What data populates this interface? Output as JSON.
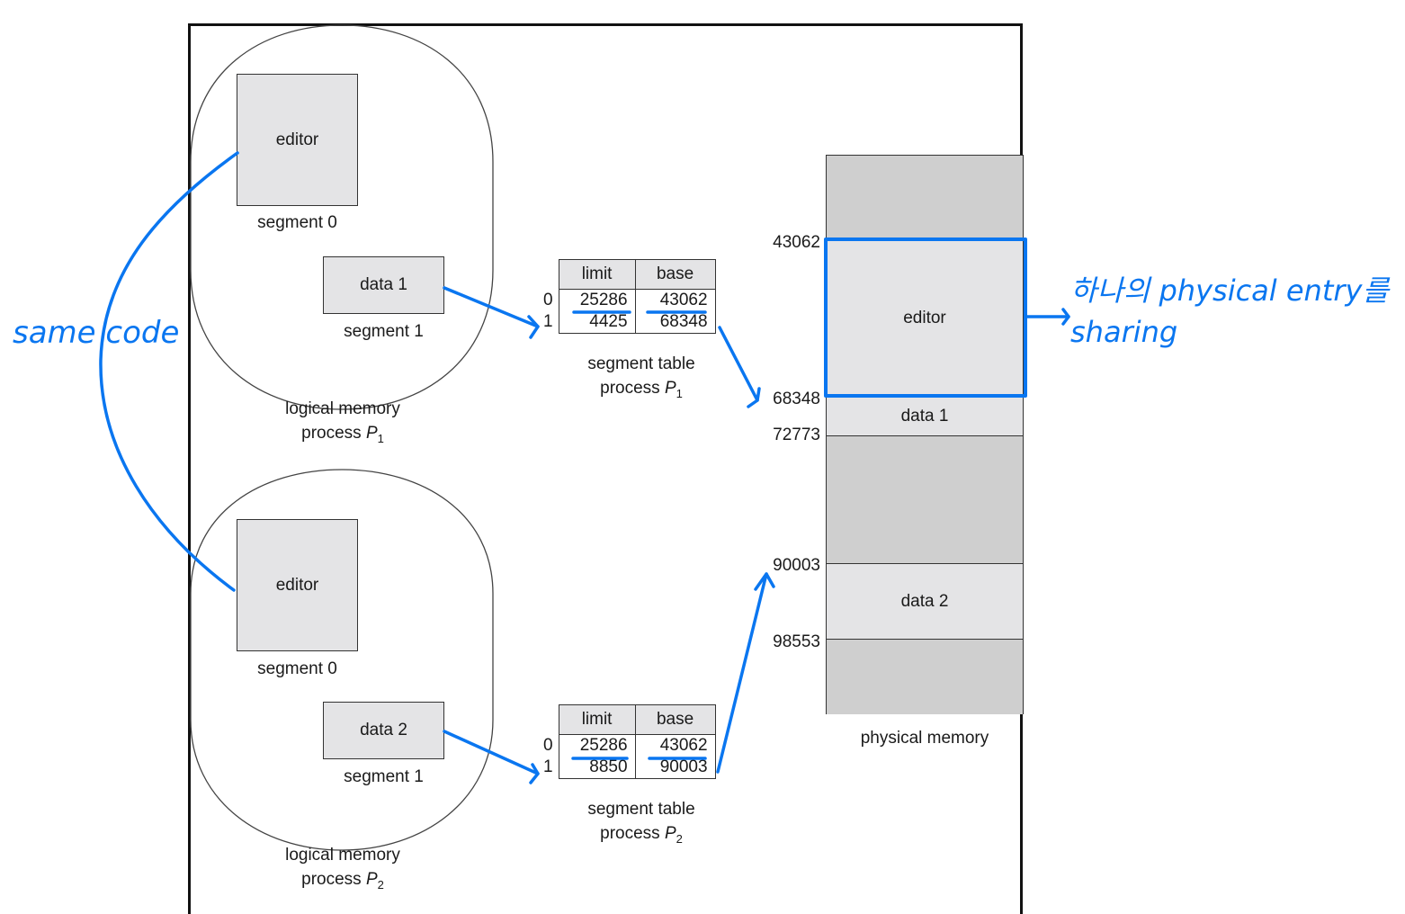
{
  "process1": {
    "logical_memory": {
      "caption_line1": "logical memory",
      "caption_line2": "process",
      "process_name": "P",
      "process_sub": "1",
      "segments": [
        {
          "label": "editor",
          "caption": "segment 0"
        },
        {
          "label": "data 1",
          "caption": "segment 1"
        }
      ]
    },
    "segment_table": {
      "headers": [
        "limit",
        "base"
      ],
      "rows": [
        {
          "index": "0",
          "limit": "25286",
          "base": "43062"
        },
        {
          "index": "1",
          "limit": "4425",
          "base": "68348"
        }
      ],
      "caption_line1": "segment table",
      "caption_line2": "process",
      "process_name": "P",
      "process_sub": "1"
    }
  },
  "process2": {
    "logical_memory": {
      "caption_line1": "logical memory",
      "caption_line2": "process",
      "process_name": "P",
      "process_sub": "2",
      "segments": [
        {
          "label": "editor",
          "caption": "segment 0"
        },
        {
          "label": "data 2",
          "caption": "segment 1"
        }
      ]
    },
    "segment_table": {
      "headers": [
        "limit",
        "base"
      ],
      "rows": [
        {
          "index": "0",
          "limit": "25286",
          "base": "43062"
        },
        {
          "index": "1",
          "limit": "8850",
          "base": "90003"
        }
      ],
      "caption_line1": "segment table",
      "caption_line2": "process",
      "process_name": "P",
      "process_sub": "2"
    }
  },
  "physical_memory": {
    "caption": "physical memory",
    "blocks": [
      {
        "label": "",
        "start": ""
      },
      {
        "label": "editor",
        "start": "43062"
      },
      {
        "label": "data 1",
        "start": "68348"
      },
      {
        "label": "",
        "start": "72773"
      },
      {
        "label": "data 2",
        "start": "90003"
      },
      {
        "label": "",
        "start": "98553"
      }
    ]
  },
  "annotations": {
    "same_code": "same code",
    "sharing_line1": "하나의 physical entry를",
    "sharing_line2": "sharing",
    "ink_color": "#0a76f0"
  },
  "colors": {
    "segment_fill": "#e4e4e6",
    "free_fill": "#cfcfcf",
    "border": "#333333"
  }
}
